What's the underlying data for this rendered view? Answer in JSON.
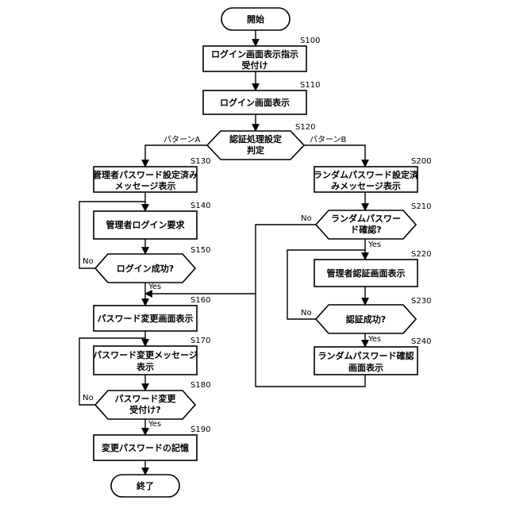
{
  "start": "開始",
  "end": "終了",
  "nodes": {
    "s100": {
      "id": "S100",
      "line1": "ログイン画面表示指示",
      "line2": "受付け"
    },
    "s110": {
      "id": "S110",
      "line1": "ログイン画面表示"
    },
    "s120": {
      "id": "S120",
      "line1": "認証処理設定",
      "line2": "判定"
    },
    "s130": {
      "id": "S130",
      "line1": "管理者パスワード設定済み",
      "line2": "メッセージ表示"
    },
    "s140": {
      "id": "S140",
      "line1": "管理者ログイン要求"
    },
    "s150": {
      "id": "S150",
      "line1": "ログイン成功?"
    },
    "s160": {
      "id": "S160",
      "line1": "パスワード変更画面表示"
    },
    "s170": {
      "id": "S170",
      "line1": "パスワード変更メッセージ",
      "line2": "表示"
    },
    "s180": {
      "id": "S180",
      "line1": "パスワード変更",
      "line2": "受付け?"
    },
    "s190": {
      "id": "S190",
      "line1": "変更パスワードの記憶"
    },
    "s200": {
      "id": "S200",
      "line1": "ランダムパスワード設定済",
      "line2": "みメッセージ表示"
    },
    "s210": {
      "id": "S210",
      "line1": "ランダムパスワー",
      "line2": "ド確認?"
    },
    "s220": {
      "id": "S220",
      "line1": "管理者認証画面表示"
    },
    "s230": {
      "id": "S230",
      "line1": "認証成功?"
    },
    "s240": {
      "id": "S240",
      "line1": "ランダムパスワード確認",
      "line2": "画面表示"
    }
  },
  "edges": {
    "pattern_a": "パターンA",
    "pattern_b": "パターンB",
    "yes": "Yes",
    "no": "No"
  }
}
